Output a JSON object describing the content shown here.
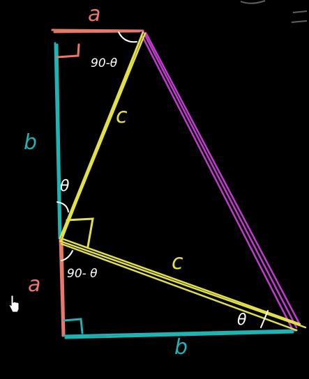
{
  "labels": {
    "top_side": "a",
    "left_upper_side": "b",
    "left_lower_side": "a",
    "bottom_side": "b",
    "upper_hypotenuse": "c",
    "lower_hypotenuse": "c",
    "top_right_angle": "90-θ",
    "left_angle": "θ",
    "left_lower_angle": "90- θ",
    "bottom_right_angle": "θ"
  },
  "colors": {
    "background": "#000000",
    "side_a": "#e8786a",
    "side_b": "#1fb4b4",
    "hypotenuse_c": "#e2e04a",
    "slant": "#c33ad0",
    "annotation": "#ffffff"
  },
  "icons": {
    "cursor": "hand-pointer-icon"
  }
}
